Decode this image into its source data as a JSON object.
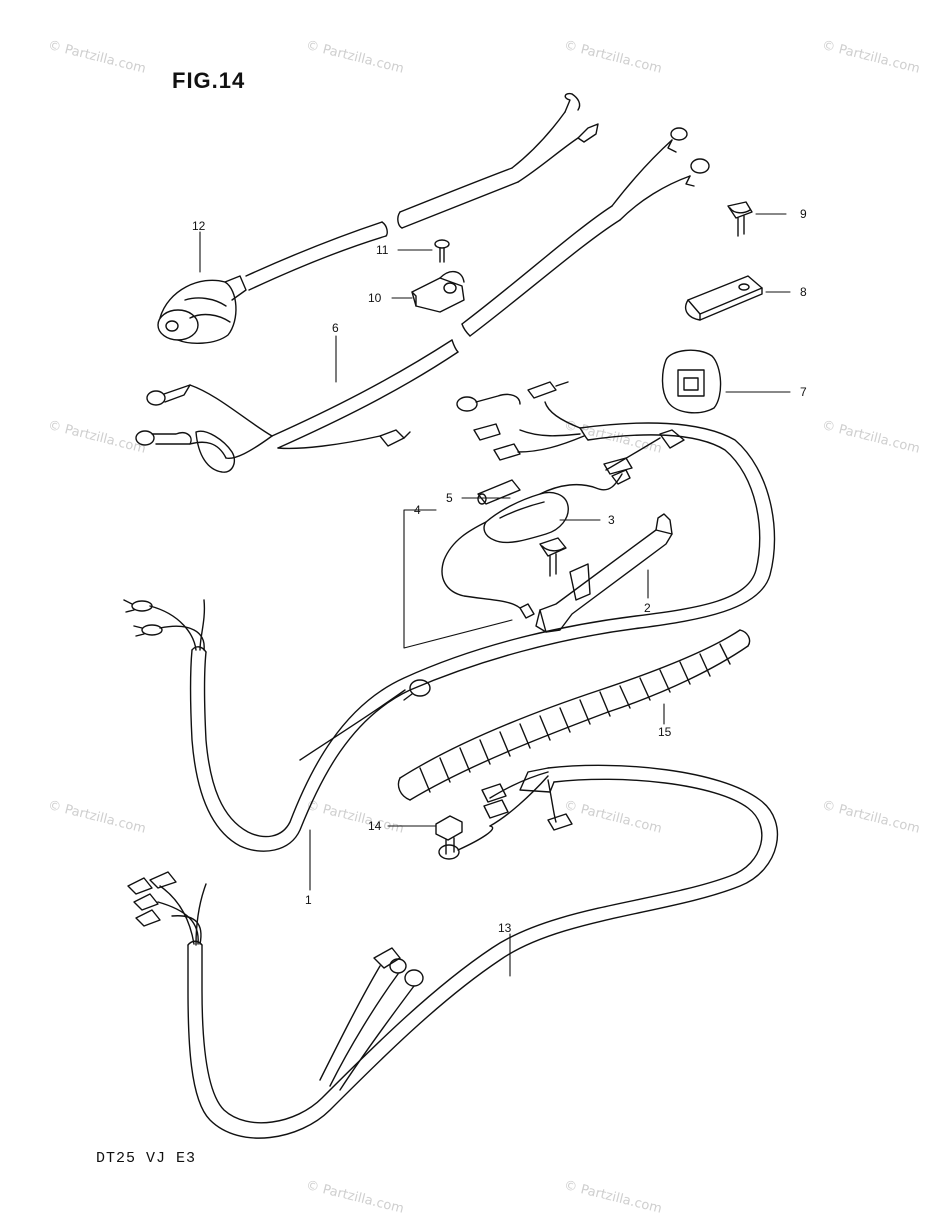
{
  "figure_title": "FIG.14",
  "model_code": "DT25  VJ  E3",
  "watermark_text": "© Partzilla.com",
  "callouts": [
    "1",
    "2",
    "3",
    "4",
    "5",
    "6",
    "7",
    "8",
    "9",
    "10",
    "11",
    "12",
    "13",
    "14",
    "15"
  ],
  "colors": {
    "ink": "#111111",
    "watermark": "#cfcfcf",
    "background": "#ffffff"
  }
}
